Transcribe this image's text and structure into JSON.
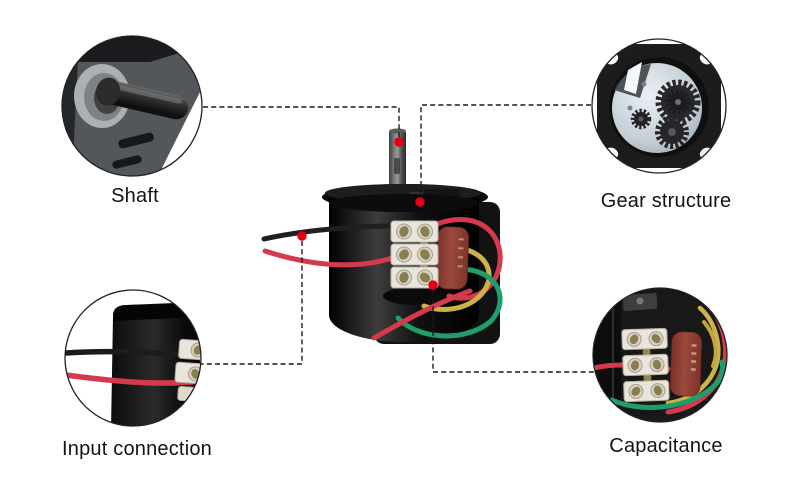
{
  "figure": {
    "type": "product-feature-callout-diagram",
    "background": "#ffffff"
  },
  "callouts": {
    "shaft": {
      "label": "Shaft"
    },
    "gear": {
      "label": "Gear structure"
    },
    "input": {
      "label": "Input connection"
    },
    "capacitance": {
      "label": "Capacitance"
    }
  },
  "colors": {
    "callout_dot": "#e60012",
    "connector_line": "#1a1a1a",
    "label_text": "#141414",
    "circle_stroke": "#222222",
    "motor_body": "#0d0d0d",
    "capacitor_body": "#8e3b33",
    "wire_red": "#d53a4c",
    "wire_yellow": "#ccb349",
    "wire_green": "#1f9e6b",
    "wire_black": "#1f1f1f",
    "terminal_block": "#e8e5dd",
    "terminal_screw": "#8a7d4e",
    "gear_plate": "#c3ced6",
    "shaft_metal": "#8a8a8a"
  }
}
